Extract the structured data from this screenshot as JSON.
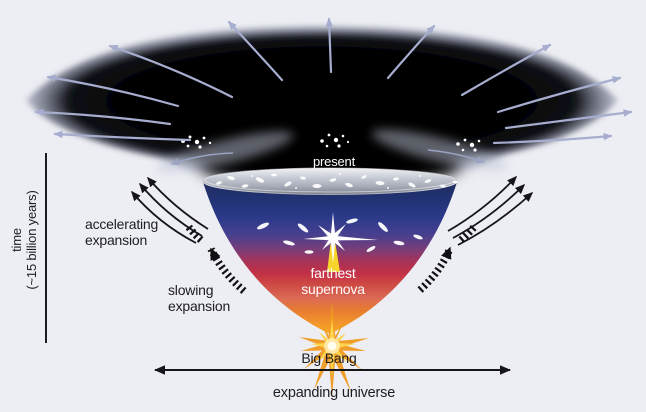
{
  "labels": {
    "present": "present",
    "accelerating_expansion": "accelerating\nexpansion",
    "slowing_expansion": "slowing\nexpansion",
    "farthest_supernova": "farthest\nsupernova",
    "big_bang": "Big Bang",
    "expanding_universe": "expanding universe",
    "time_line1": "time",
    "time_line2": "(~15 billion years)"
  },
  "icons": {
    "expansion_arrow": "light-blue curved arrow radiating outward from dark horn",
    "accelerating_arrow": "triple black curved arrows pointing outward-up",
    "slowing_arrow": "hatched/dashed black arrow along funnel edge",
    "expanding_universe_arrow": "black double-headed horizontal arrow",
    "big_bang_burst": "orange-yellow starburst",
    "supernova_burst": "white starburst with yellow beam"
  },
  "colors": {
    "background": "#EDEEF4",
    "horn_black": "#000000",
    "expansion_arrow": "#A6ADCF",
    "funnel_navy": "#213273",
    "funnel_blue": "#2C3A8A",
    "funnel_purple": "#47408F",
    "funnel_crimson": "#C23046",
    "funnel_orange": "#F2952B",
    "funnel_yellow": "#F9B31F",
    "big_bang_ray": "#F09A20",
    "big_bang_inner": "#FFD44D",
    "supernova_white": "#FFFFFF",
    "beam_yellow": "#F5D42B",
    "label_dark": "#1D1D20",
    "label_light": "#FFFFFF"
  }
}
